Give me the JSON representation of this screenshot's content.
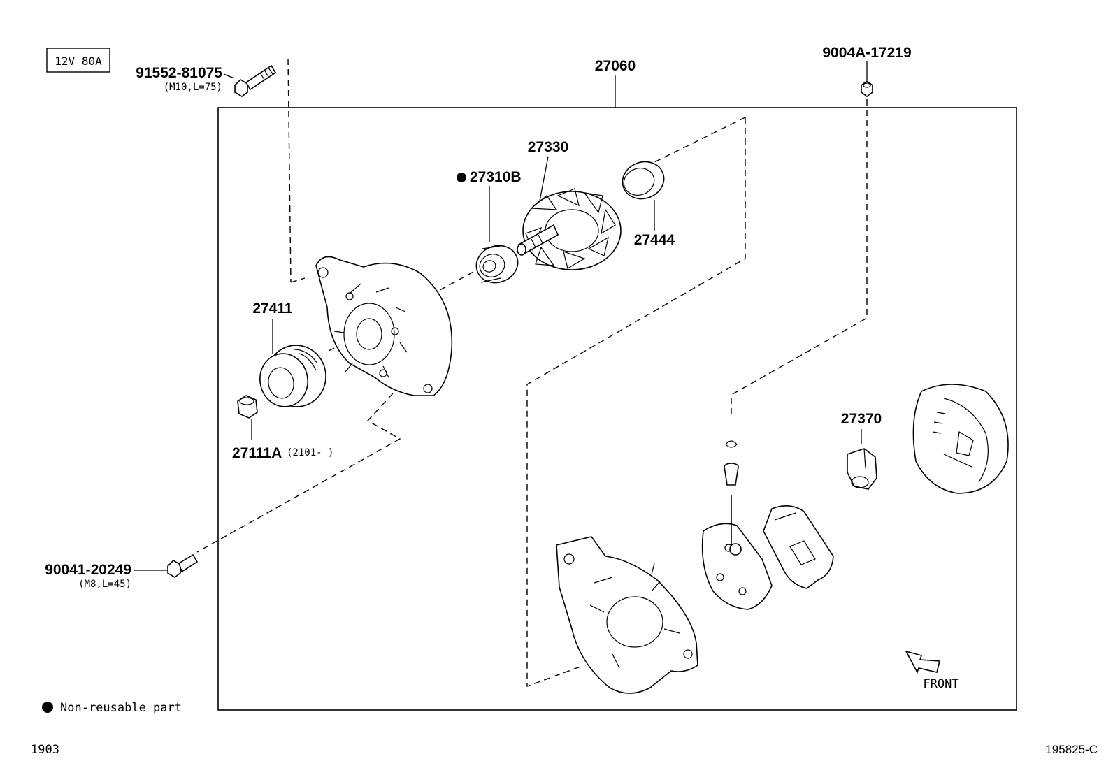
{
  "spec_box": "12V 80A",
  "parts": {
    "bolt_top": {
      "number": "91552-81075",
      "spec": "(M10,L=75)"
    },
    "alternator_assy": {
      "number": "27060"
    },
    "nut_top_right": {
      "number": "9004A-17219"
    },
    "rotor": {
      "number": "27330"
    },
    "bearing": {
      "number": "27310B"
    },
    "bearing_cover": {
      "number": "27444"
    },
    "pulley": {
      "number": "27411"
    },
    "pulley_nut": {
      "number": "27111A",
      "note": "(2101-      )"
    },
    "bolt_bottom": {
      "number": "90041-20249",
      "spec": "(M8,L=45)"
    },
    "brush_holder": {
      "number": "27370"
    }
  },
  "legend": {
    "marker": "●",
    "text": "Non-reusable part"
  },
  "direction": {
    "label": "FRONT"
  },
  "footer": {
    "left_code": "1903",
    "right_code": "195825-C"
  }
}
